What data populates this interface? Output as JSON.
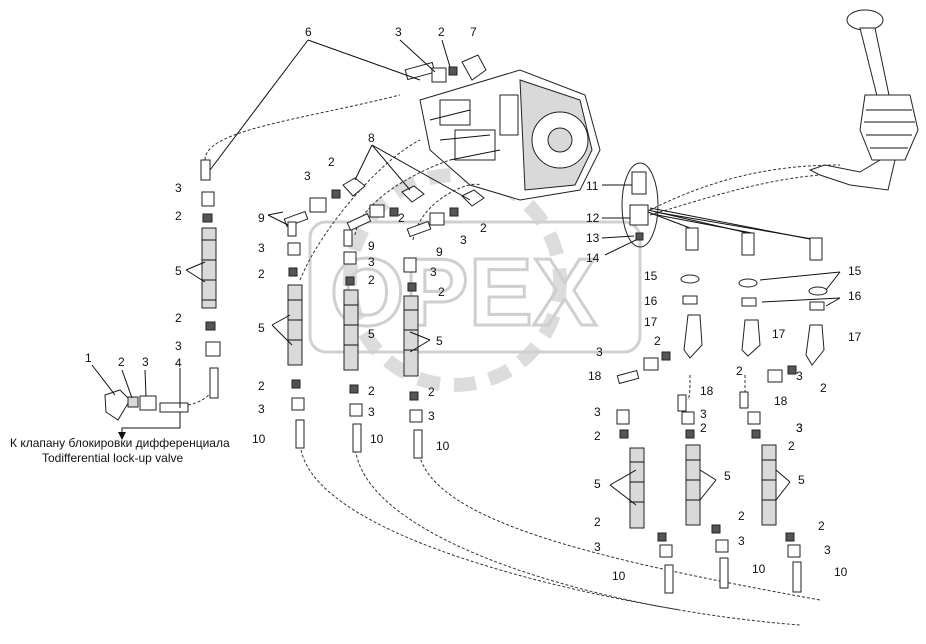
{
  "caption": {
    "line1": "К клапану блокировки дифференциала",
    "line2": "Todifferential lock-up valve"
  },
  "watermark": "OPEX",
  "labels": [
    "1",
    "2",
    "3",
    "4",
    "5",
    "6",
    "7",
    "8",
    "9",
    "10",
    "11",
    "12",
    "13",
    "14",
    "15",
    "16",
    "17",
    "18"
  ]
}
